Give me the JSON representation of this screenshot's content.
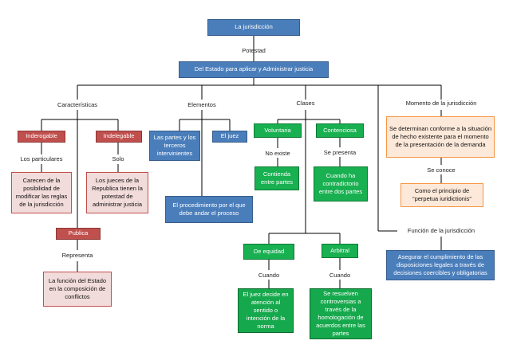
{
  "nodes": {
    "jurisdiccion": "La jurisdicción",
    "estado": "Del Estado para aplicar y Administrar justicia",
    "inderogable": "Inderogable",
    "indelegable": "Indelegable",
    "particulares_box": "Carecen de la posibilidad de modificar las reglas de la jurisdicción",
    "jueces_box": "Los jueces de la Republica tienen la potestad de administrar justicia",
    "publica": "Publica",
    "funcion_estado": "La función del Estado en la composición de conflictos",
    "partes": "Las partes y los terceros intervinientes",
    "juez": "El juez",
    "procedimiento": "El procedimiento por el que debe andar el proceso",
    "voluntaria": "Voluntaria",
    "contenciosa": "Contenciosa",
    "contienda": "Contienda entre partes",
    "hecho_contradictorio": "Cuando ha contradictorio entre dos partes",
    "equidad": "De equidad",
    "arbitral": "Arbitral",
    "juez_decide": "El juez decide en atención al sentido o intención de la norma",
    "resuelven": "Se resuelven controversias a través de la homologación de acuerdos entre las partes",
    "determinan": "Se determinan conforme a la situación de hecho existente para el momento de la presentación de la demanda",
    "principio": "Como el principio de “perpetua iuridictionis”",
    "asegurar": "Asegurar el cumplimiento de las disposiciones legales a través de decisiones coercibles y obligatorias"
  },
  "labels": {
    "potestad": "Potestad",
    "caracteristicas": "Características",
    "elementos": "Elementos",
    "clases": "Clases",
    "momento": "Momento de la jurisdicción",
    "los_particulares": "Los particulares",
    "solo": "Solo",
    "representa": "Representa",
    "no_existe": "No existe",
    "se_presenta": "Se presenta",
    "cuando_equidad": "Cuando",
    "cuando_arbitral": "Cuando",
    "se_conoce": "Se conoce",
    "funcion_jurisdiccion": "Función de la jurisdicción"
  },
  "colors": {
    "blue": "#4a7ebb",
    "red": "#c0504d",
    "green": "#18b050",
    "pink": "#f2dcdb",
    "orange": "#fde9d9",
    "light_blue": "#dbe5f1",
    "connector": "#000000"
  }
}
